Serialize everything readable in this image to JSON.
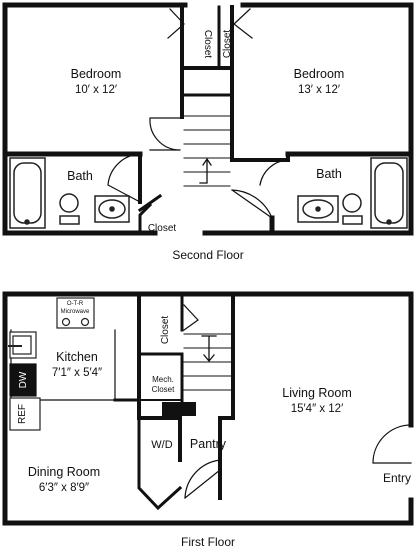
{
  "floors": {
    "second": {
      "label": "Second Floor",
      "bedroom_left": {
        "name": "Bedroom",
        "dims": "10′ x 12′"
      },
      "bedroom_right": {
        "name": "Bedroom",
        "dims": "13′ x 12′"
      },
      "closet_top_left": "Closet",
      "closet_top_right": "Closet",
      "bath_left": "Bath",
      "bath_right": "Bath",
      "closet_bottom": "Closet"
    },
    "first": {
      "label": "First Floor",
      "kitchen": {
        "name": "Kitchen",
        "dims": "7′1″ x 5′4″"
      },
      "microwave": {
        "line1": "O-T-R",
        "line2": "Microwave"
      },
      "dishwasher": "DW",
      "fridge": "REF",
      "closet": "Closet",
      "mech_closet": {
        "line1": "Mech.",
        "line2": "Closet"
      },
      "washer_dryer": "W/D",
      "pantry": "Pantry",
      "living_room": {
        "name": "Living Room",
        "dims": "15′4″ x 12′"
      },
      "dining_room": {
        "name": "Dining Room",
        "dims": "6′3″ x 8′9″"
      },
      "entry": "Entry"
    }
  },
  "colors": {
    "wall": "#111111",
    "fixture": "#222222",
    "background": "#ffffff"
  }
}
